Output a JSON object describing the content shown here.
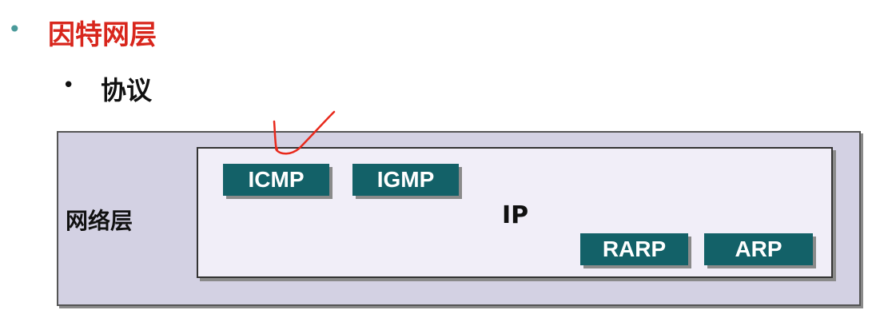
{
  "heading": {
    "bullet": "•",
    "title": "因特网层"
  },
  "subheading": {
    "bullet": "•",
    "title": "协议"
  },
  "diagram": {
    "outer_label": "网络层",
    "inner_label": "IP",
    "protocols": [
      "ICMP",
      "IGMP",
      "RARP",
      "ARP"
    ],
    "colors": {
      "protocol_box": "#136168",
      "outer_fill": "#d3d1e3",
      "inner_fill": "#f1eef8",
      "annotation": "#e8291c",
      "title": "#d8261c"
    }
  }
}
